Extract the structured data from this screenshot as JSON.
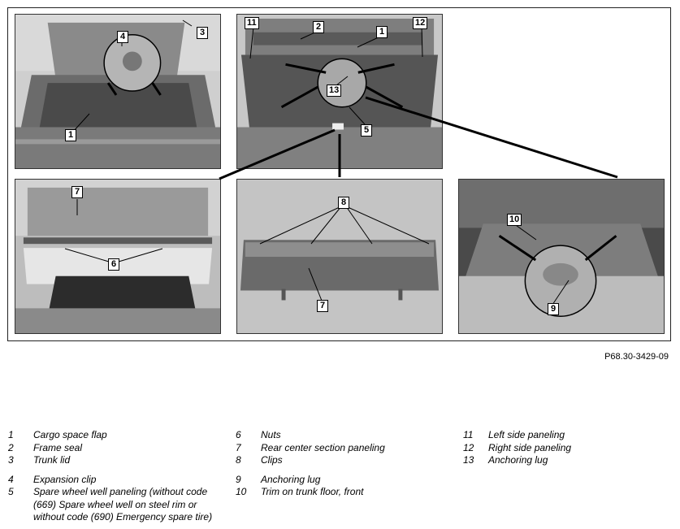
{
  "reference_code": "P68.30-3429-09",
  "callouts": {
    "p1_1": "1",
    "p1_3": "3",
    "p1_4": "4",
    "p2_11": "11",
    "p2_2": "2",
    "p2_1": "1",
    "p2_12": "12",
    "p2_13": "13",
    "p2_5": "5",
    "p3_7": "7",
    "p3_6": "6",
    "p4_8": "8",
    "p4_7": "7",
    "p5_10": "10",
    "p5_9": "9"
  },
  "legend": {
    "col1": [
      {
        "num": "1",
        "text": "Cargo space flap"
      },
      {
        "num": "2",
        "text": "Frame seal"
      },
      {
        "num": "3",
        "text": "Trunk lid"
      },
      {
        "num": "4",
        "text": "Expansion clip"
      },
      {
        "num": "5",
        "text": "Spare wheel well paneling (without code (669) Spare wheel well on steel rim or without code (690) Emergency spare tire)"
      }
    ],
    "col2": [
      {
        "num": "6",
        "text": "Nuts"
      },
      {
        "num": "7",
        "text": "Rear center section paneling"
      },
      {
        "num": "8",
        "text": "Clips"
      },
      {
        "num": "9",
        "text": "Anchoring lug"
      },
      {
        "num": "10",
        "text": "Trim on trunk floor, front"
      }
    ],
    "col3": [
      {
        "num": "11",
        "text": "Left side paneling"
      },
      {
        "num": "12",
        "text": "Right side paneling"
      },
      {
        "num": "13",
        "text": "Anchoring lug"
      }
    ]
  }
}
